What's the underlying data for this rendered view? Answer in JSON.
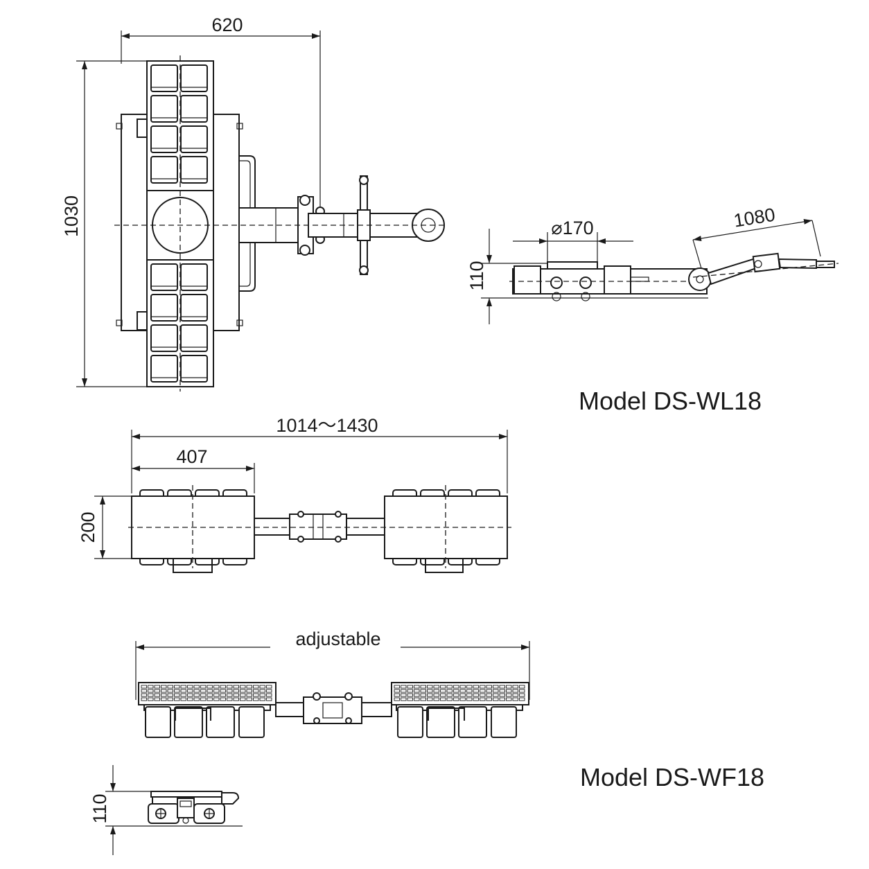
{
  "views": {
    "wl18_top": {
      "width_dim": "620",
      "height_dim": "1030"
    },
    "wl18_side": {
      "diameter_dim": "⌀170",
      "length_dim": "1080",
      "height_dim": "110"
    },
    "wl18_model": "Model DS-WL18",
    "wf18_top": {
      "overall_dim": "1014～1430",
      "module_dim": "407",
      "width_dim": "200"
    },
    "wf18_front": {
      "overall_dim": "adjustable"
    },
    "wf18_side": {
      "height_dim": "110"
    },
    "wf18_model": "Model DS-WF18"
  }
}
